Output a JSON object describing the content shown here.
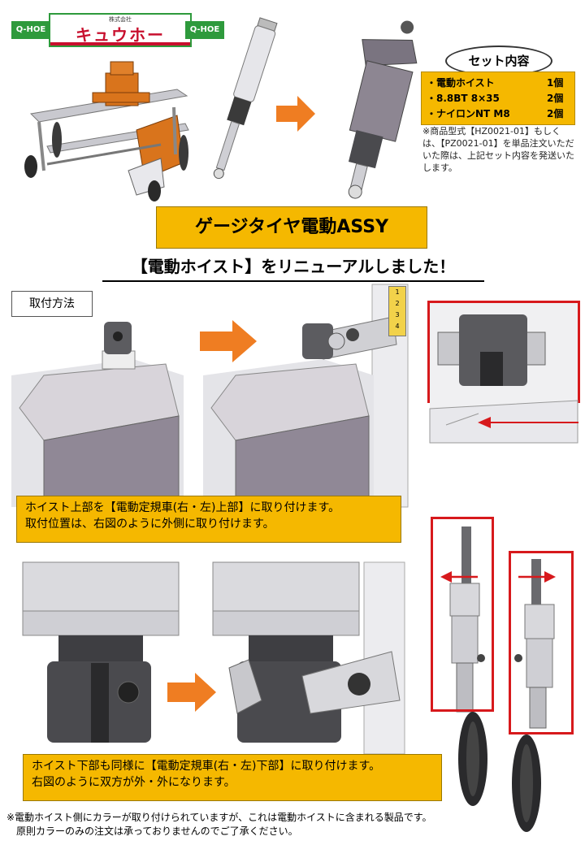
{
  "logo": {
    "left_tag": "Q-HOE",
    "right_tag": "Q-HOE",
    "company_prefix": "株式会社",
    "company_name": "キュウホー"
  },
  "set_contents": {
    "heading": "セット内容",
    "items": [
      {
        "name": "・電動ホイスト",
        "qty": "1個"
      },
      {
        "name": "・8.8BT 8×35",
        "qty": "2個"
      },
      {
        "name": "・ナイロンNT M8",
        "qty": "2個"
      }
    ],
    "note": "※商品型式【HZ0021-01】もしくは、【PZ0021-01】を単品注文いただいた際は、上記セット内容を発送いたします。"
  },
  "title": "ゲージタイヤ電動ASSY",
  "renewal": "【電動ホイスト】をリニューアルしました！",
  "method_label": "取付方法",
  "scale_marks": [
    "1",
    "2",
    "3",
    "4"
  ],
  "step1_caption": {
    "line1": "ホイスト上部を【電動定規車(右・左)上部】に取り付けます。",
    "line2": "取付位置は、右図のように外側に取り付けます。"
  },
  "step2_caption": {
    "line1": "ホイスト下部も同様に【電動定規車(右・左)下部】に取り付けます。",
    "line2": "右図のように双方が外・外になります。"
  },
  "footer": {
    "line1": "※電動ホイスト側にカラーが取り付けられていますが、これは電動ホイストに含まれる製品です。",
    "line2": "原則カラーのみの注文は承っておりませんのでご了承ください。"
  },
  "colors": {
    "accent_yellow": "#f5b800",
    "arrow_orange": "#ef7d22",
    "highlight_red": "#d7191c",
    "brand_green": "#2e9a3c",
    "brand_red": "#c8102e"
  }
}
